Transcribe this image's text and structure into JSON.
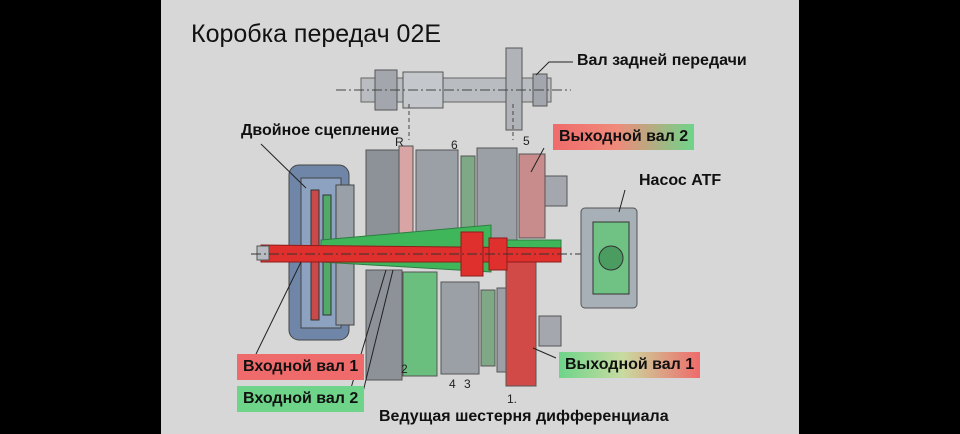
{
  "slide": {
    "title": "Коробка передач 02E",
    "labels": {
      "reverse_shaft": "Вал задней передачи",
      "dual_clutch": "Двойное сцепление",
      "output_shaft_2": "Выходной вал 2",
      "atf_pump": "Насос ATF",
      "input_shaft_1": "Входной вал 1",
      "input_shaft_2": "Входной вал 2",
      "output_shaft_1": "Выходной вал 1",
      "diff_drive_gear": "Ведущая шестерня дифференциала"
    },
    "gear_numbers": {
      "r": "R",
      "g6": "6",
      "g5": "5",
      "g2": "2",
      "g4": "4",
      "g3": "3",
      "g1": "1."
    }
  },
  "colors": {
    "background": "#d7d7d7",
    "letterbox": "#000000",
    "input_shaft_1": "#e0302e",
    "input_shaft_2": "#3fb65a",
    "steel": "#8f9399",
    "clutch_blue": "#6f86a8"
  }
}
